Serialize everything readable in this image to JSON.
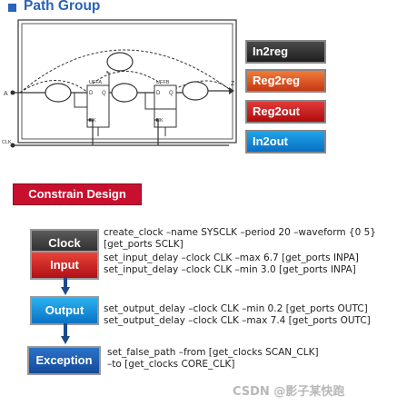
{
  "header": {
    "title": "Path Group"
  },
  "circuit": {
    "flop_a": "UFFA",
    "flop_b": "UFFB",
    "pin_d": "D",
    "pin_q": "Q",
    "pin_ck": "CK",
    "input_port": "A",
    "output_port": "Z",
    "clock_port": "CLK"
  },
  "categories": [
    "In2reg",
    "Reg2reg",
    "Reg2out",
    "In2out"
  ],
  "section": {
    "title": "Constrain Design"
  },
  "rows": {
    "clock": {
      "tag": "Clock",
      "line1": "create_clock –name SYSCLK –period 20 –waveform {0 5}",
      "line2": "[get_ports SCLK]"
    },
    "input": {
      "tag": "Input",
      "line1": "set_input_delay –clock CLK –max 6.7 [get_ports INPA]",
      "line2": "set_input_delay –clock CLK –min 3.0 [get_ports INPA]"
    },
    "output": {
      "tag": "Output",
      "line1": "set_output_delay –clock CLK –min 0.2 [get_ports OUTC]",
      "line2": "set_output_delay –clock CLK –max 7.4 [get_ports OUTC]"
    },
    "exception": {
      "tag": "Exception",
      "line1": "set_false_path –from [get_clocks SCAN_CLK]",
      "line2": "–to [get_clocks CORE_CLK]"
    }
  },
  "watermark": "CSDN @影子某快跑"
}
